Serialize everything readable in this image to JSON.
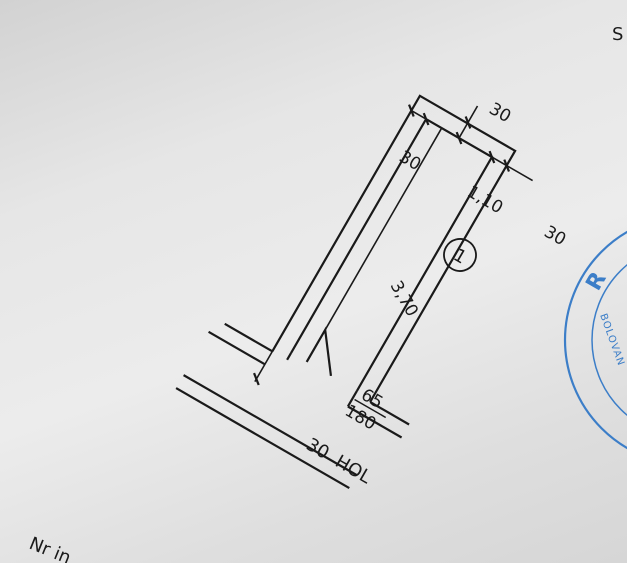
{
  "corner_text": "S",
  "room": {
    "number": "1",
    "length": "3,70",
    "width": "1,10"
  },
  "wall_dimensions": {
    "top": "30",
    "left": "30",
    "right": "30",
    "bottom": "30"
  },
  "door": {
    "width": "65",
    "height": "180"
  },
  "adjacent_room": "HOL",
  "footer_text": "Nr in",
  "stamp": {
    "partial_letters": "R",
    "name_fragment": "BOLOVAN",
    "color": "#3c7ec8"
  },
  "ink_color": "#1a1a1a"
}
